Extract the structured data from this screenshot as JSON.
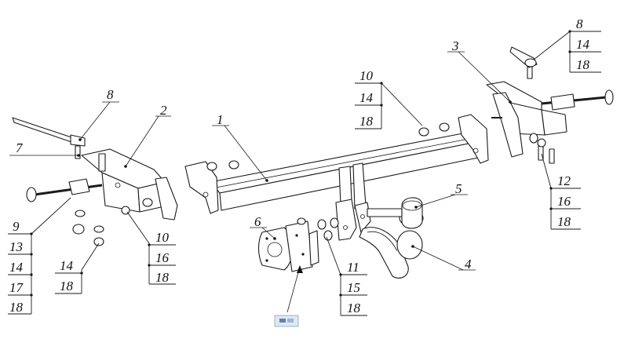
{
  "labels": {
    "p1": "1",
    "p2": "2",
    "p3": "3",
    "p4": "4",
    "p5": "5",
    "p6": "6",
    "p7": "7"
  },
  "stacks": {
    "left_bolt_stack": [
      "9",
      "13",
      "14",
      "17",
      "18"
    ],
    "left_nut_stack": [
      "14",
      "18"
    ],
    "left_bracket_stack": [
      "10",
      "16",
      "18"
    ],
    "top_left_stack": [
      "8"
    ],
    "center_top_stack": [
      "10",
      "14",
      "18"
    ],
    "center_ball_stack": [
      "11",
      "15",
      "18"
    ],
    "right_top_stack": [
      "8",
      "14",
      "18"
    ],
    "right_bottom_stack": [
      "12",
      "16",
      "18"
    ]
  }
}
